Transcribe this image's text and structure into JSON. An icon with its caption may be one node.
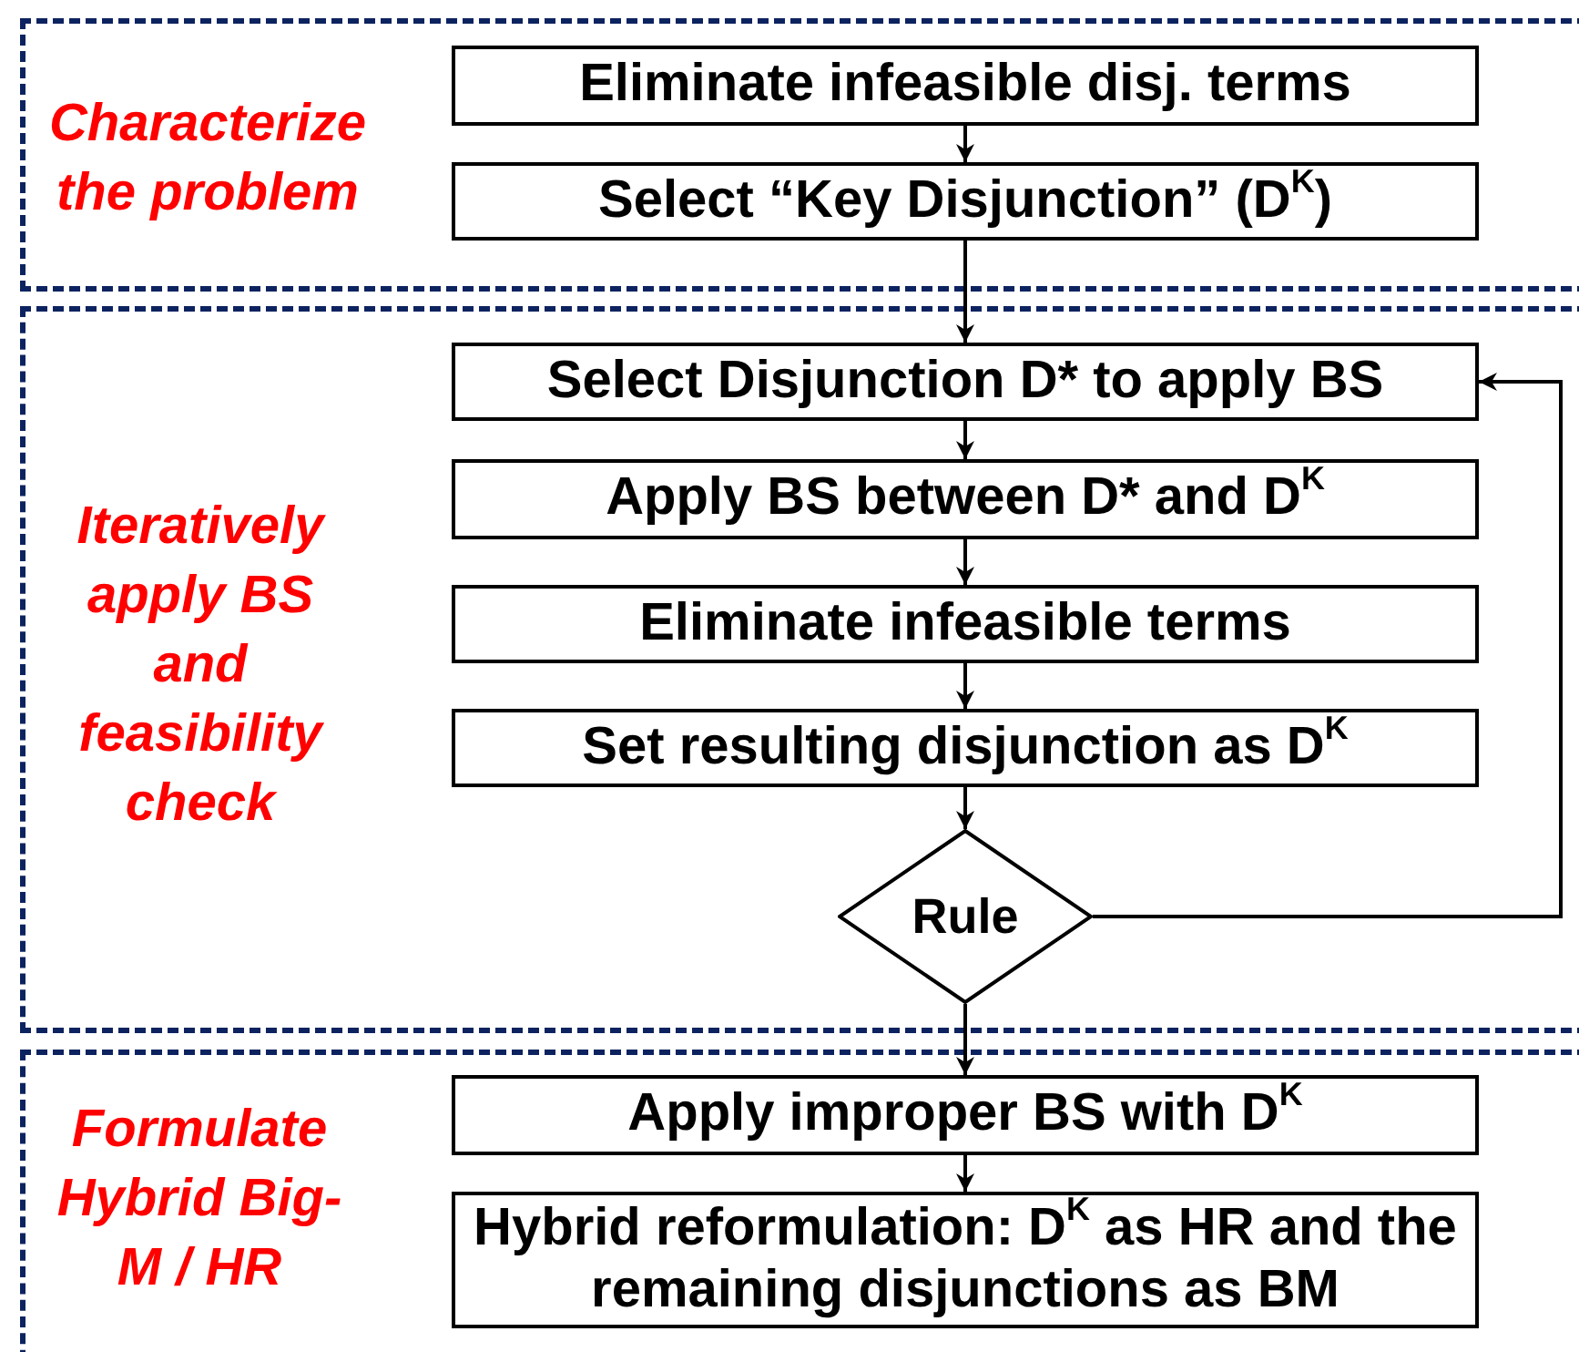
{
  "diagram": {
    "nodes": [
      {
        "text": [
          "Characterize the problem"
        ]
      },
      {
        "text": [
          "Eliminate infeasible disj. terms"
        ],
        "in": 0
      },
      {
        "text": [
          "Select “Key Disjunction” (D$^{K}$)"
        ],
        "in": 0
      },
      {
        "text": [
          "Iteratively apply BS and feasibility check"
        ]
      },
      {
        "text": [
          "Select Disjunction D* to apply BS"
        ],
        "in": 3
      },
      {
        "text": [
          "Apply BS between D* and D$^{K}$"
        ],
        "in": 3
      },
      {
        "text": [
          "Eliminate infeasible terms"
        ],
        "in": 3
      },
      {
        "text": [
          "Set resulting disjunction as D$^{K}$"
        ],
        "in": 3
      },
      {
        "text": [
          "Rule"
        ],
        "in": 3
      },
      {
        "text": [
          "Formulate Hybrid Big-M / HR"
        ]
      },
      {
        "text": [
          "Apply improper BS with D$^{K}$"
        ],
        "in": 9
      },
      {
        "text": [
          "Hybrid reformulation: D$^{K}$ as HR and the remaining disjunctions as BM"
        ],
        "in": 9
      }
    ],
    "edges": [
      {
        "from": 1,
        "to": 2,
        "arrow": "to"
      },
      {
        "from": 2,
        "to": 4,
        "arrow": "to"
      },
      {
        "from": 4,
        "to": 5,
        "arrow": "to"
      },
      {
        "from": 5,
        "to": 6,
        "arrow": "to"
      },
      {
        "from": 6,
        "to": 7,
        "arrow": "to"
      },
      {
        "from": 7,
        "to": 8,
        "arrow": "to"
      },
      {
        "from": 8,
        "to": 4,
        "arrow": "to"
      },
      {
        "from": 8,
        "to": 10,
        "arrow": "to"
      },
      {
        "from": 10,
        "to": 11,
        "arrow": "to"
      }
    ]
  }
}
